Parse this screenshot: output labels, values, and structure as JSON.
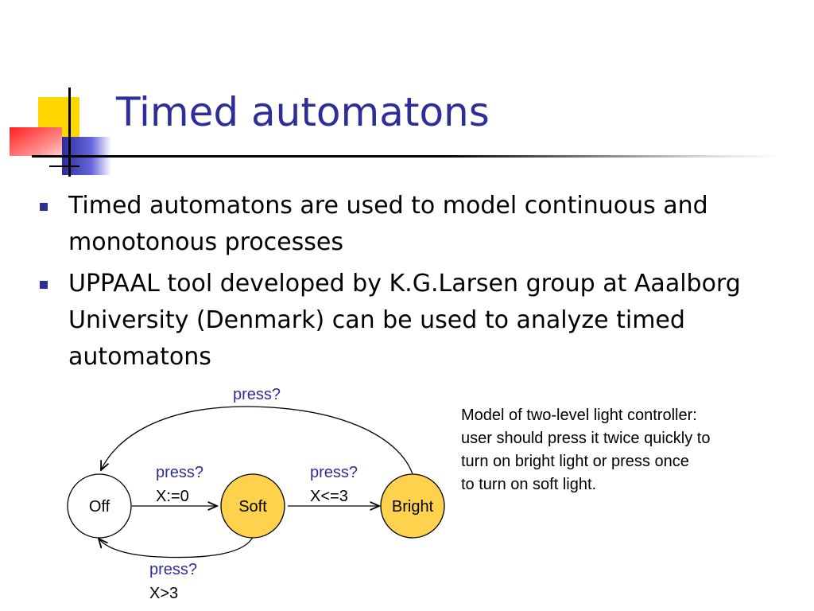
{
  "title": "Timed automatons",
  "bullets": [
    "Timed automatons are used to model continuous and monotonous processes",
    "UPPAAL tool developed by K.G.Larsen group at Aaalborg University (Denmark) can be used to analyze timed automatons"
  ],
  "caption": "Model of two-level light controller:\nuser should press it twice quickly to\nturn on bright light or press once\nto turn on soft light.",
  "colors": {
    "title": "#2E2E99",
    "bullet": "#2E2E99",
    "state_active": "#FFD24D",
    "deco_yellow": "#FFD700",
    "deco_red": "#FF3333",
    "deco_blue": "#3333CC"
  },
  "diagram": {
    "states": [
      {
        "id": "off",
        "label": "Off",
        "fill": "#FFFFFF"
      },
      {
        "id": "soft",
        "label": "Soft",
        "fill": "#FFD24D"
      },
      {
        "id": "bright",
        "label": "Bright",
        "fill": "#FFD24D"
      }
    ],
    "transitions": [
      {
        "id": "off-to-soft",
        "action": "press?",
        "update": "X:=0"
      },
      {
        "id": "soft-to-bright",
        "action": "press?",
        "update": "X<=3"
      },
      {
        "id": "bright-to-off",
        "action": "press?",
        "update": ""
      },
      {
        "id": "soft-to-off",
        "action": "press?",
        "update": "X>3"
      }
    ]
  }
}
